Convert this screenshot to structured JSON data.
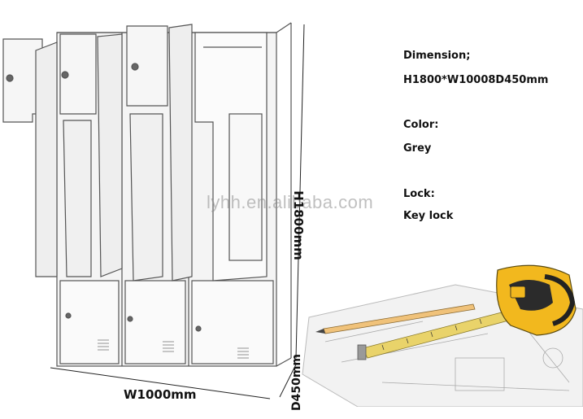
{
  "specs": {
    "dimension_label": "Dimension;",
    "dimension_value": "H1800*W10008D450mm",
    "color_label": "Color:",
    "color_value": "Grey",
    "lock_label": "Lock:",
    "lock_value": "Key lock"
  },
  "watermark": "lyhh.en.alibaba.com",
  "dimensions": {
    "width": "W1000mm",
    "height": "H1800mm",
    "depth": "D450mm"
  },
  "colors": {
    "tape_body": "#f2b81e",
    "tape_blade": "#e9d36a",
    "line": "#555555"
  }
}
